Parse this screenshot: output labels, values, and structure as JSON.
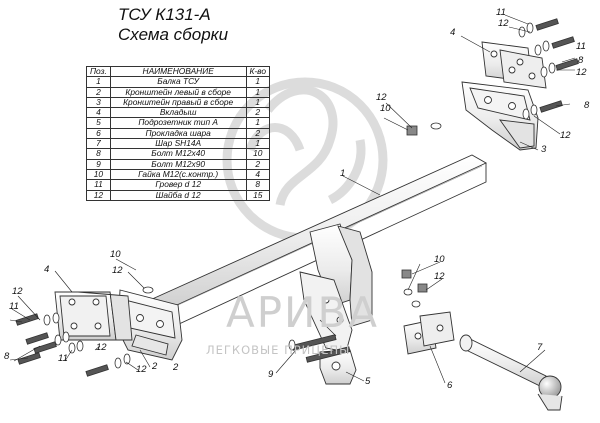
{
  "title": {
    "line1": "ТСУ К131-А",
    "line2": "Схема сборки"
  },
  "parts_table": {
    "headers": [
      "Поз.",
      "НАИМЕНОВАНИЕ",
      "К-во"
    ],
    "rows": [
      [
        "1",
        "Балка ТСУ",
        "1"
      ],
      [
        "2",
        "Кронштейн левый в сборе",
        "1"
      ],
      [
        "3",
        "Кронштейн правый в сборе",
        "1"
      ],
      [
        "4",
        "Вкладыш",
        "2"
      ],
      [
        "5",
        "Подрозетник тип А",
        "1"
      ],
      [
        "6",
        "Прокладка шара",
        "2"
      ],
      [
        "7",
        "Шар SH14A",
        "1"
      ],
      [
        "8",
        "Болт М12х40",
        "10"
      ],
      [
        "9",
        "Болт М12х90",
        "2"
      ],
      [
        "10",
        "Гайка М12(с.контр.)",
        "4"
      ],
      [
        "11",
        "Гровер d 12",
        "8"
      ],
      [
        "12",
        "Шайба d 12",
        "15"
      ]
    ]
  },
  "watermark": {
    "brand": "АРИВА",
    "subtitle": "ЛЕГКОВЫЕ ПРИЦЕПЫ"
  },
  "callouts": {
    "c1": "1",
    "c2a": "2",
    "c2b": "2",
    "c3": "3",
    "c4a": "4",
    "c4b": "4",
    "c5": "5",
    "c6": "6",
    "c7": "7",
    "c8a": "8",
    "c8b": "8",
    "c8c": "8",
    "c9": "9",
    "c10a": "10",
    "c10b": "10",
    "c10c": "10",
    "c11a": "11",
    "c11b": "11",
    "c11c": "11",
    "c11d": "11",
    "c12a": "12",
    "c12b": "12",
    "c12c": "12",
    "c12d": "12",
    "c12e": "12",
    "c12f": "12",
    "c12g": "12",
    "c12h": "12",
    "c12i": "12"
  }
}
